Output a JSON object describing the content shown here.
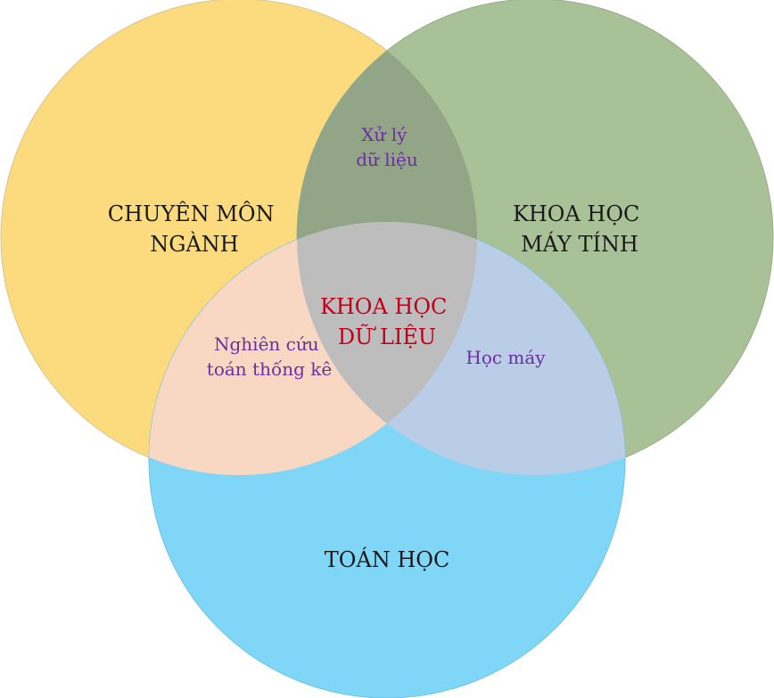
{
  "sets": {
    "domain": {
      "label_lines": [
        "CHUYÊN MÔN",
        "NGÀNH"
      ],
      "color": "#FCDA7E"
    },
    "cs": {
      "label_lines": [
        "KHOA HỌC",
        "MÁY TÍNH"
      ],
      "color": "#A9C197"
    },
    "math": {
      "label_lines": [
        "TOÁN HỌC"
      ],
      "color": "#7FD6F7"
    }
  },
  "overlaps": {
    "domain_cs": {
      "label_lines": [
        "Xử lý",
        "dữ liệu"
      ],
      "color": "#93A587"
    },
    "domain_math": {
      "label_lines": [
        "Nghiên cứu",
        "toán thống kê"
      ],
      "color": "#F8D8C3"
    },
    "cs_math": {
      "label_lines": [
        "Học máy"
      ],
      "color": "#BACDE6"
    },
    "center": {
      "label_lines": [
        "KHOA HỌC",
        "DỮ LIỆU"
      ],
      "color": "#BDBDBD"
    }
  },
  "colors": {
    "overlap_text": "#6A2FA0",
    "center_text": "#C0001A",
    "set_text": "#1A1A1A"
  }
}
